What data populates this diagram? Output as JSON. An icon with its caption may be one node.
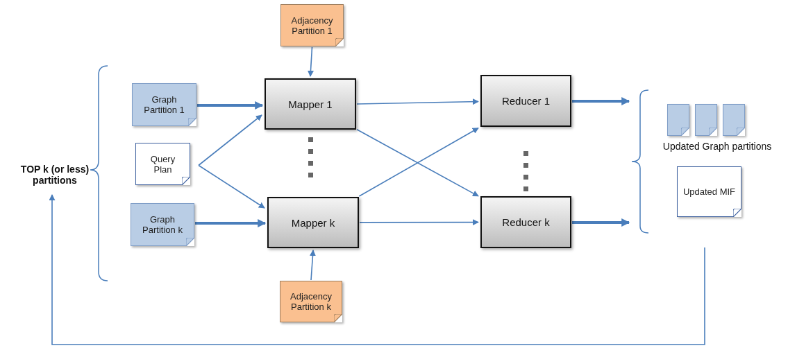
{
  "diagram": {
    "nodes": [
      {
        "text": [
          "Adjacency Partition 1"
        ]
      },
      {
        "text": [
          "Graph Partition 1"
        ]
      },
      {
        "text": [
          "Query Plan"
        ]
      },
      {
        "text": [
          "TOP k (or less) partitions"
        ]
      },
      {
        "text": [
          "Mapper 1"
        ]
      },
      {
        "text": [
          "Reducer 1"
        ]
      },
      {
        "text": [],
        "shape": "document"
      },
      {
        "text": [],
        "shape": "document"
      },
      {
        "text": [],
        "shape": "document"
      },
      {
        "text": [
          "Updated MIF"
        ]
      },
      {
        "text": [
          "Graph Partition k"
        ]
      },
      {
        "text": [
          "Mapper k"
        ]
      },
      {
        "text": [
          "Reducer k"
        ]
      },
      {
        "text": [
          "Adjacency Partition k"
        ]
      },
      {
        "text": [],
        "shape": "brace"
      }
    ],
    "edges": [
      {
        "from": 0,
        "to": 4,
        "arrow": "to"
      },
      {
        "from": 1,
        "to": 4,
        "arrow": "to",
        "style": "thick"
      },
      {
        "from": 2,
        "to": 4,
        "arrow": "to"
      },
      {
        "from": 2,
        "to": 11,
        "arrow": "to"
      },
      {
        "from": 10,
        "to": 11,
        "arrow": "to",
        "style": "thick"
      },
      {
        "from": 13,
        "to": 11,
        "arrow": "to"
      },
      {
        "from": 4,
        "to": 5,
        "arrow": "to"
      },
      {
        "from": 4,
        "to": 12,
        "arrow": "to"
      },
      {
        "from": 11,
        "to": 5,
        "arrow": "to"
      },
      {
        "from": 11,
        "to": 12,
        "arrow": "to"
      },
      {
        "from": 5,
        "to": 14,
        "arrow": "to",
        "style": "thick"
      },
      {
        "from": 12,
        "to": 14,
        "arrow": "to",
        "style": "thick"
      },
      {
        "from": null,
        "to": 3,
        "arrow": "to"
      }
    ],
    "labels": [
      "Updated Graph partitions"
    ]
  }
}
